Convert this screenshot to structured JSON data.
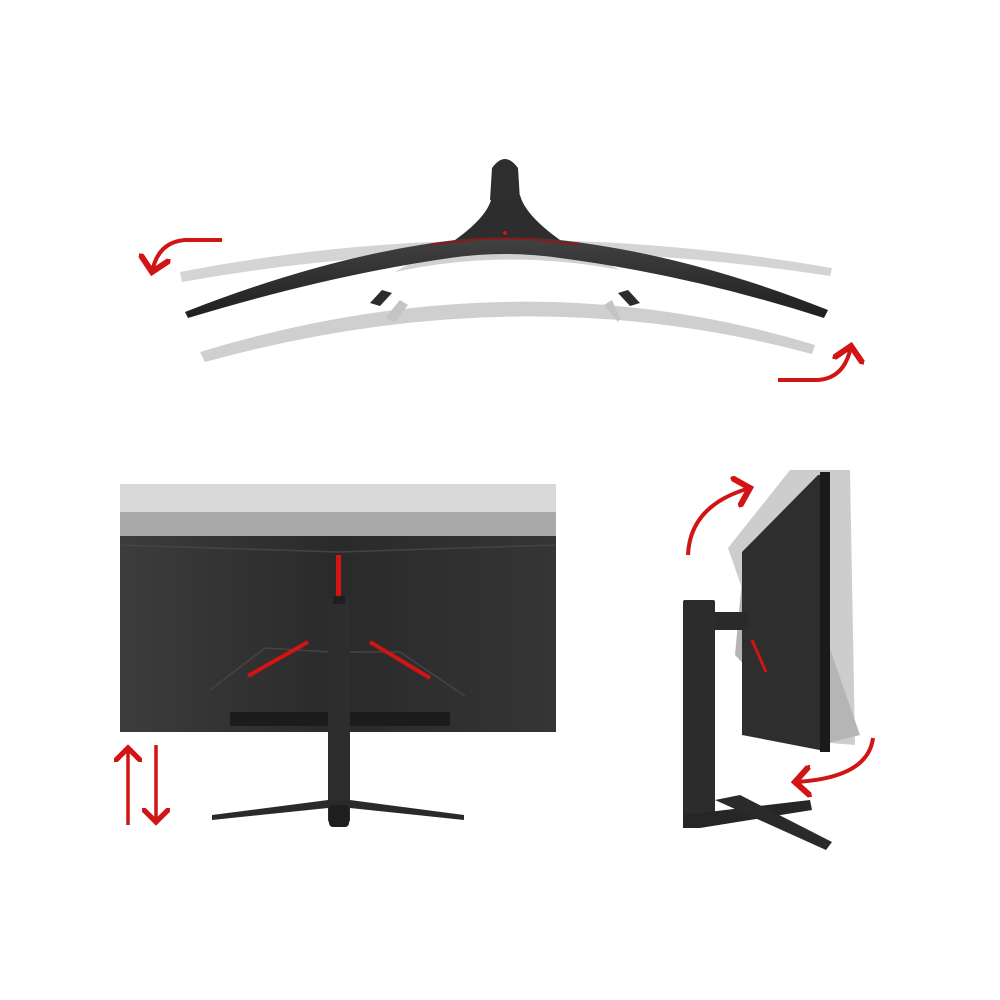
{
  "image": {
    "subject": "curved-monitor-adjustment-illustration",
    "views": [
      "top-view-swivel",
      "rear-view-height-adjust",
      "side-view-tilt"
    ],
    "colors": {
      "background": "#ffffff",
      "monitor_dark": "#2b2b2b",
      "monitor_mid": "#3a3a3a",
      "ghost_light": "#d8d8d8",
      "ghost_mid": "#b8b8b8",
      "accent_red": "#d11414"
    },
    "icons": [
      "swivel-left-arrow-icon",
      "swivel-right-arrow-icon",
      "height-up-arrow-icon",
      "height-down-arrow-icon",
      "tilt-back-arrow-icon",
      "tilt-forward-arrow-icon"
    ]
  }
}
